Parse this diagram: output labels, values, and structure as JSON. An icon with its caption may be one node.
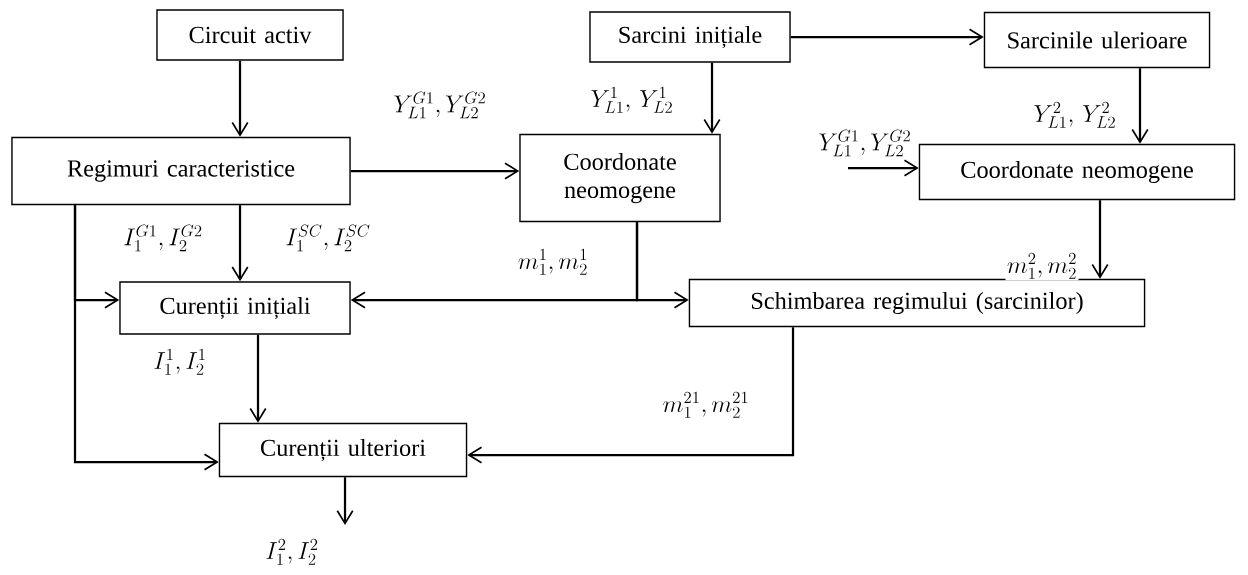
{
  "diagram": {
    "nodes": [
      {
        "text": [
          "Circuit activ"
        ]
      },
      {
        "text": [
          "Sarcini inițiale"
        ]
      },
      {
        "text": [
          "Sarcinile ulerioare"
        ]
      },
      {
        "text": [
          "Regimuri caracteristice"
        ]
      },
      {
        "text": [
          "Coordonate neomogene"
        ]
      },
      {
        "text": [
          "Coordonate neomogene"
        ]
      },
      {
        "text": [
          "Curenții inițiali"
        ]
      },
      {
        "text": [
          "Schimbarea regimului (sarcinilor)"
        ]
      },
      {
        "text": [
          "Curenții ulteriori"
        ]
      }
    ],
    "edges": [
      {
        "from": 0,
        "to": 3,
        "arrow": "to"
      },
      {
        "from": 1,
        "to": 2,
        "arrow": "to"
      },
      {
        "from": 1,
        "to": 4,
        "arrow": "to",
        "label": "Y_{L1}^{1},\\, Y_{L2}^{1}"
      },
      {
        "from": 2,
        "to": 5,
        "arrow": "to",
        "label": "Y_{L1}^{2},\\, Y_{L2}^{2}"
      },
      {
        "from": 3,
        "to": 4,
        "arrow": "to",
        "label": "Y_{L1}^{G1}, Y_{L2}^{G2}"
      },
      {
        "from": null,
        "to": 5,
        "arrow": "to",
        "label": "Y_{L1}^{G1}, Y_{L2}^{G2}"
      },
      {
        "from": 3,
        "to": 6,
        "arrow": "to"
      },
      {
        "from": 3,
        "to": 6,
        "arrow": "to"
      },
      {
        "from": 3,
        "to": 8,
        "arrow": "to"
      },
      {
        "from": 4,
        "to": 6,
        "arrow": "to",
        "label": "m_1^1, m_2^1"
      },
      {
        "from": 4,
        "to": 7,
        "arrow": "to"
      },
      {
        "from": 5,
        "to": 7,
        "arrow": "to",
        "label": "m_1^2, m_2^2"
      },
      {
        "from": 6,
        "to": 8,
        "arrow": "to",
        "label": "I_1^1, I_2^1"
      },
      {
        "from": 7,
        "to": 8,
        "arrow": "to",
        "label": "m_1^{21}, m_2^{21}"
      },
      {
        "from": 8,
        "to": null,
        "arrow": "to",
        "label": "I_1^2, I_2^2"
      }
    ],
    "labels": [
      "I_1^{G1}, I_2^{G2}",
      "I_1^{SC}, I_2^{SC}"
    ]
  }
}
